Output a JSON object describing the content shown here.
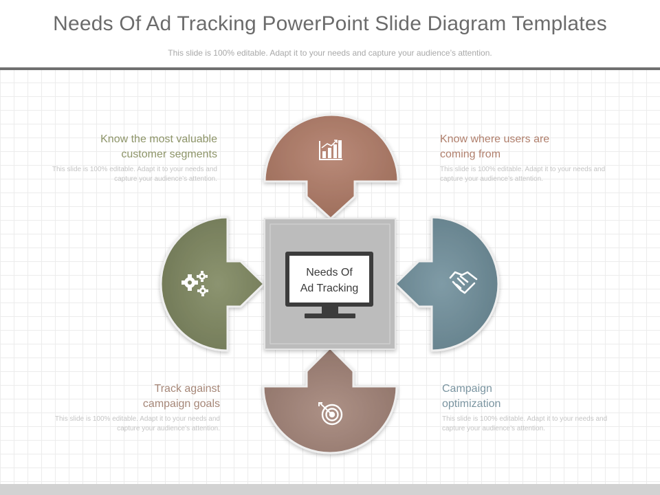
{
  "header": {
    "title": "Needs Of Ad Tracking PowerPoint Slide Diagram Templates",
    "subtitle": "This slide is 100% editable. Adapt it to your needs and capture your audience’s attention."
  },
  "center": {
    "label_line1": "Needs Of",
    "label_line2": "Ad Tracking",
    "icon": "monitor-icon"
  },
  "colors": {
    "top": "#a87766",
    "left": "#7b8360",
    "right": "#6e8a94",
    "bottom": "#9c8076",
    "center_box": "#b7b7b7"
  },
  "items": {
    "top_left": {
      "heading": "Know the most valuable customer segments",
      "heading_color": "#8d9468",
      "desc": "This slide is 100% editable. Adapt it to your needs and capture your audience’s attention."
    },
    "top_right": {
      "heading": "Know where users are coming from",
      "heading_color": "#b07f6c",
      "desc": "This slide is 100% editable. Adapt it to your needs and capture your audience’s attention."
    },
    "bottom_left": {
      "heading": "Track against campaign goals",
      "heading_color": "#a58677",
      "desc": "This slide is 100% editable. Adapt it to your needs and capture your audience’s attention."
    },
    "bottom_right": {
      "heading": "Campaign optimization",
      "heading_color": "#7a94a0",
      "desc": "This slide is 100% editable. Adapt it to your needs and capture your audience’s attention."
    }
  },
  "icons": {
    "top": "bar-chart-icon",
    "left": "gears-icon",
    "right": "handshake-icon",
    "bottom": "target-icon"
  }
}
